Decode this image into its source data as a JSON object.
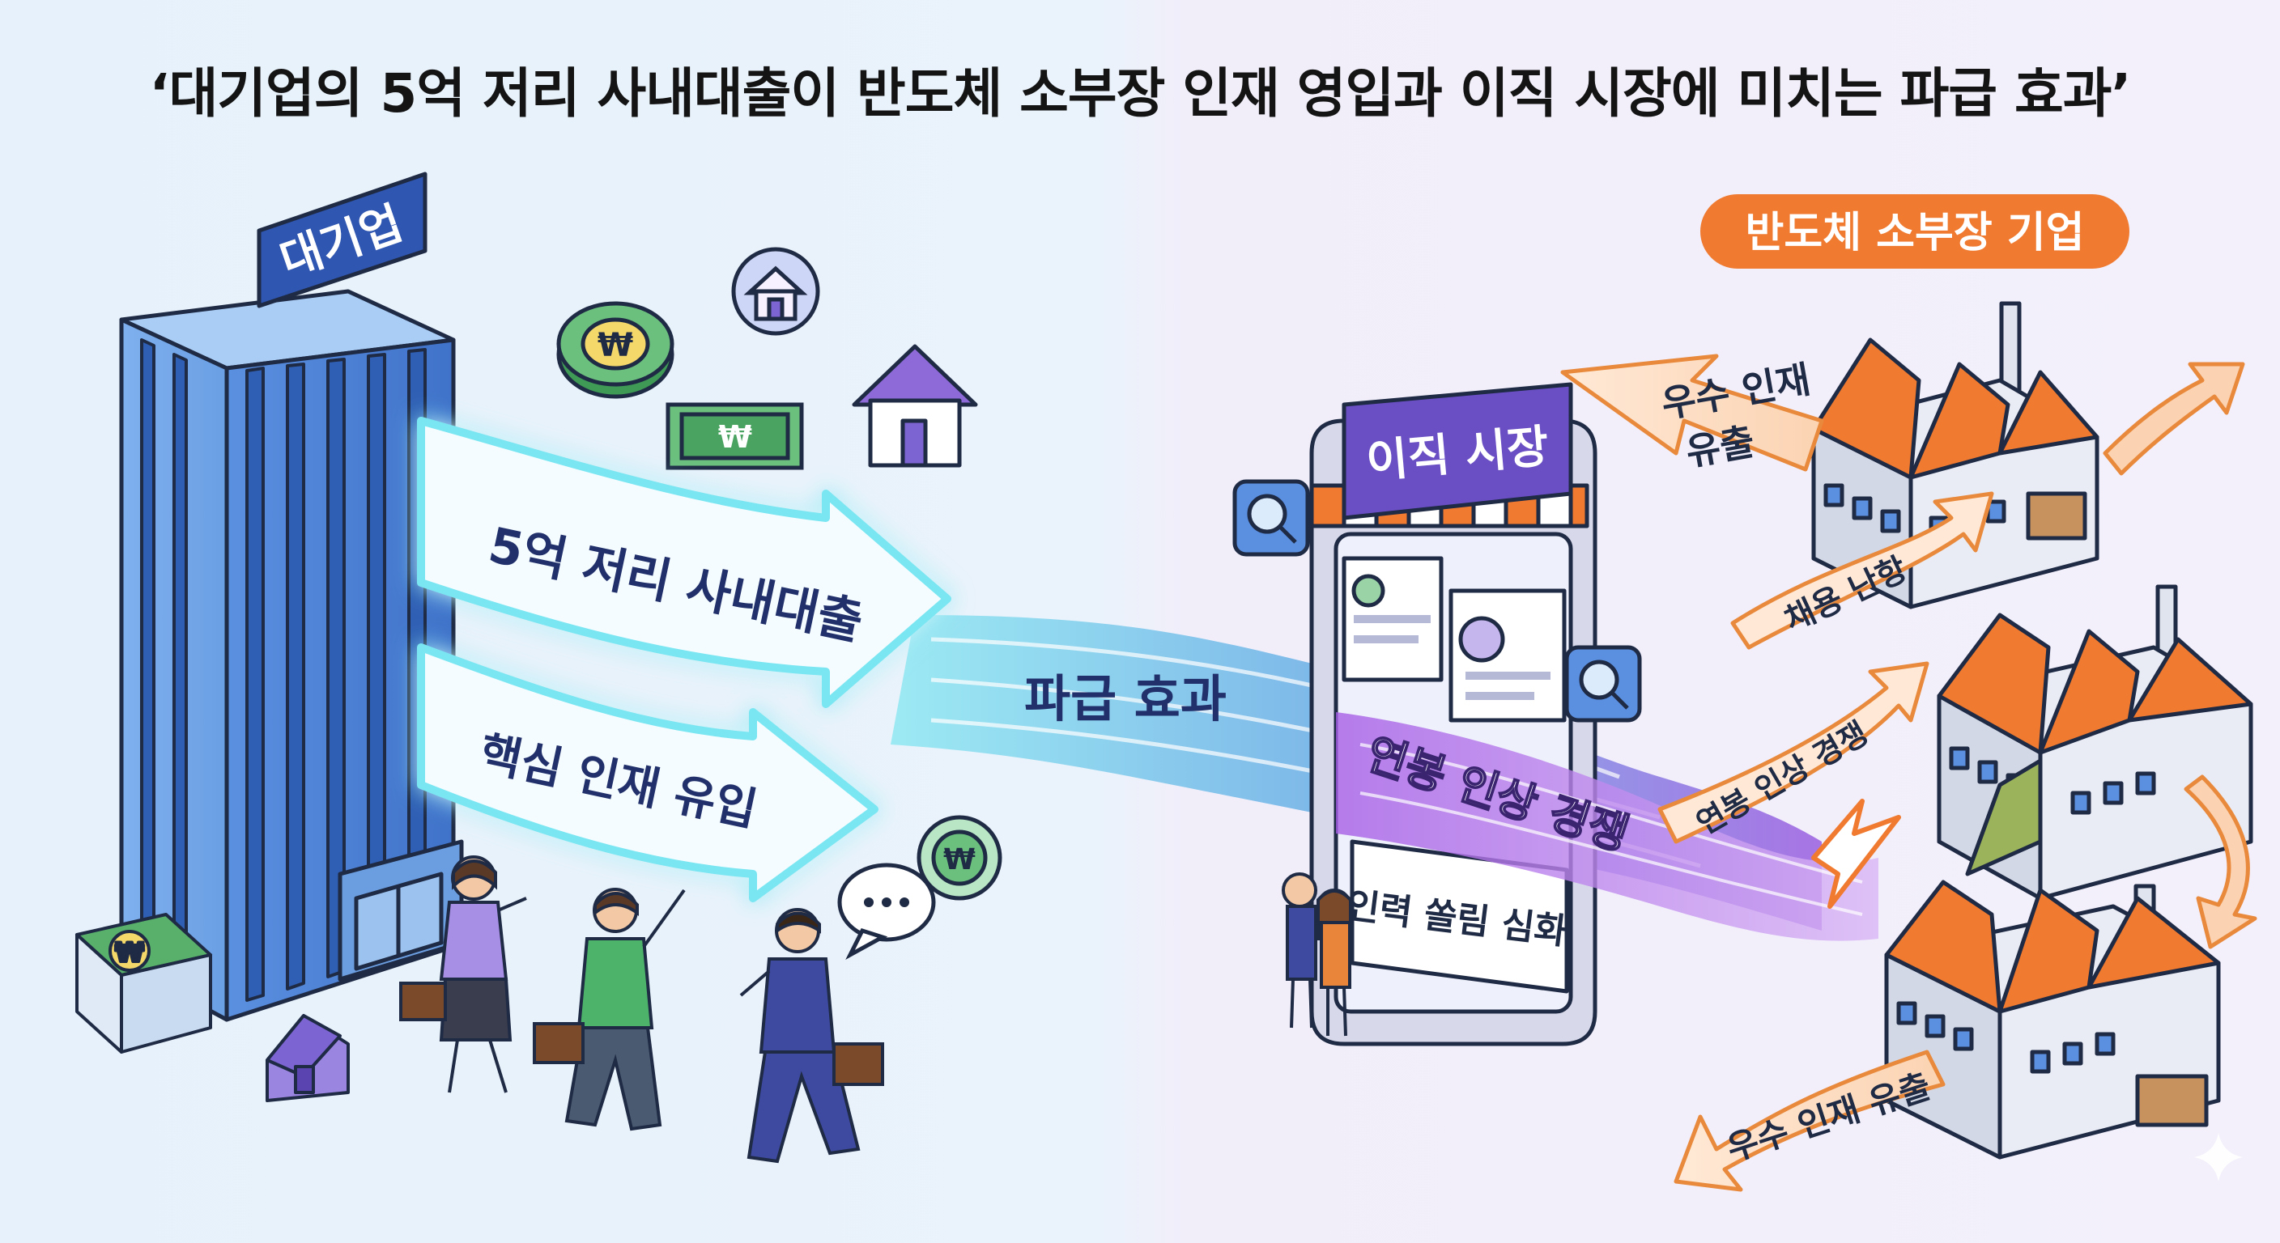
{
  "title": "‘대기업의 5억 저리 사내대출이 반도체 소부장 인재 영입과 이직 시장에 미치는 파급 효과’",
  "left": {
    "building_sign": "대기업",
    "arrow_loan": "5억 저리 사내대출",
    "arrow_talent": "핵심 인재 유입",
    "currency_symbol": "₩"
  },
  "center": {
    "flow_label": "파급 효과",
    "market_sign": "이직 시장",
    "salary_label": "연봉 인상 경쟁",
    "concentration_label": "인력 쏠림 심화"
  },
  "right": {
    "badge": "반도체 소부장 기업",
    "outflow_top_line1": "우수 인재",
    "outflow_top_line2": "유출",
    "hiring_label": "채용 난항",
    "salary_label": "연봉 인상 경쟁",
    "outflow_bottom": "우수 인재 유출"
  },
  "colors": {
    "title": "#141414",
    "building": "#4a7fd6",
    "sign": "#2f56b0",
    "arrow_glow": "#6fe3f0",
    "flow_purple": "#8a5ad8",
    "badge_orange": "#ef7a30",
    "roof_orange": "#f07a30",
    "market_sign": "#6a4fc4",
    "money_green": "#3e9a55"
  }
}
